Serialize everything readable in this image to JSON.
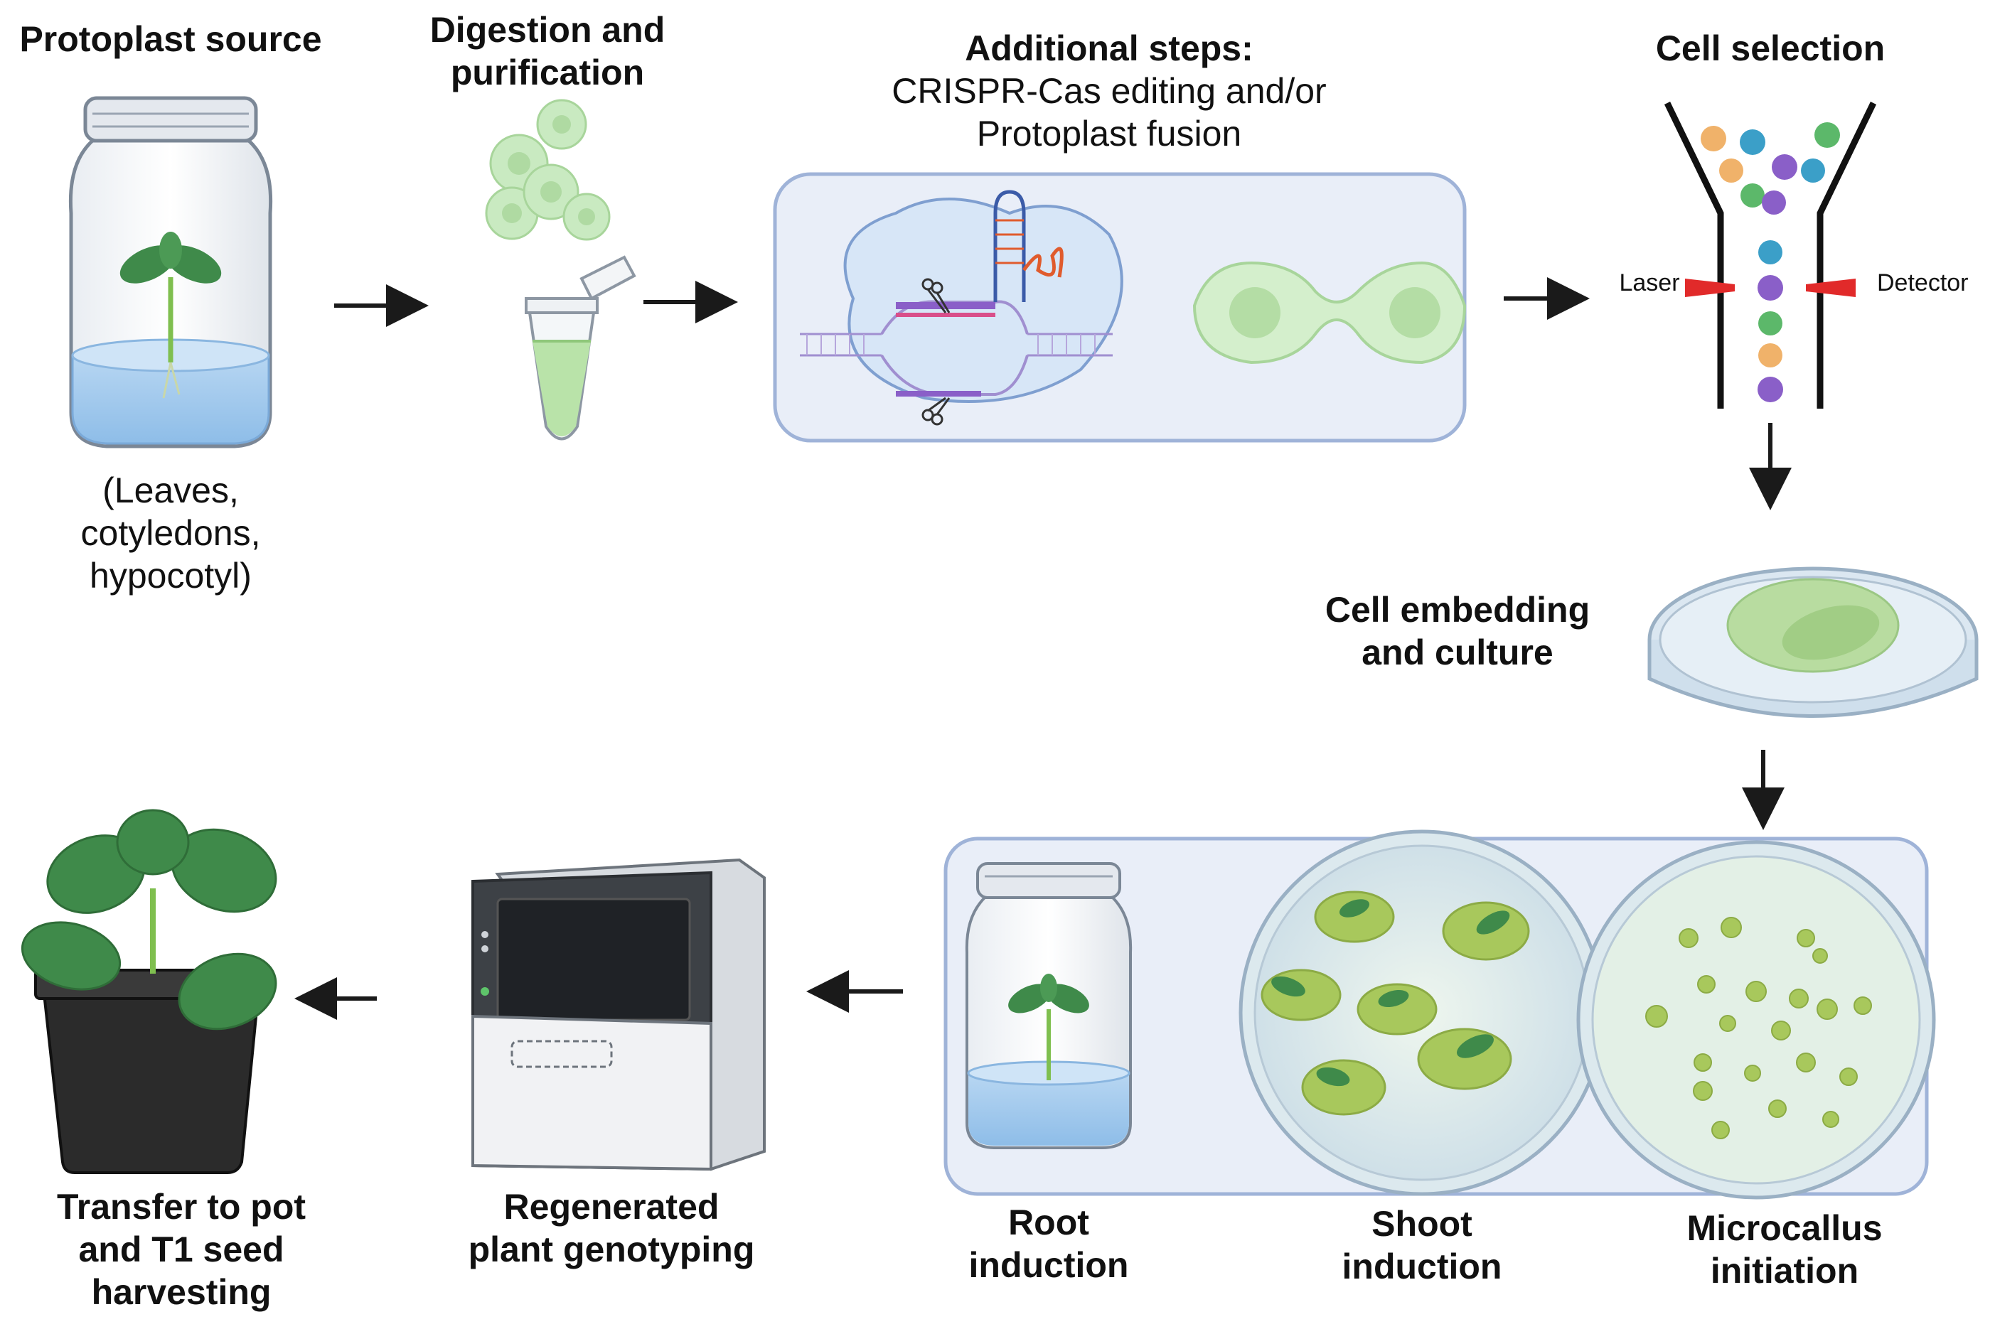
{
  "steps": {
    "source": {
      "title": "Protoplast source",
      "note": [
        "(Leaves,",
        "cotyledons,",
        "hypocotyl)"
      ]
    },
    "digestion": {
      "title": [
        "Digestion and",
        "purification"
      ]
    },
    "additional": {
      "title": "Additional steps:",
      "lines": [
        "CRISPR-Cas editing and/or",
        "Protoplast fusion"
      ]
    },
    "selection": {
      "title": "Cell selection",
      "laser": "Laser",
      "detector": "Detector"
    },
    "embedding": {
      "title": [
        "Cell embedding",
        "and culture"
      ]
    },
    "microcallus": {
      "title": [
        "Microcallus",
        "initiation"
      ]
    },
    "shoot": {
      "title": [
        "Shoot",
        "induction"
      ]
    },
    "root": {
      "title": [
        "Root",
        "induction"
      ]
    },
    "genotyping": {
      "title": [
        "Regenerated",
        "plant genotyping"
      ]
    },
    "transfer": {
      "title": [
        "Transfer to pot",
        "and T1 seed",
        "harvesting"
      ]
    }
  },
  "colors": {
    "panel_fill": "#e9eef8",
    "panel_stroke": "#9fb3d8",
    "cell_green": "#c9eac1",
    "callus_green": "#a8c85c",
    "leaf_green": "#3f8a4a",
    "arrow": "#1a1a1a"
  }
}
